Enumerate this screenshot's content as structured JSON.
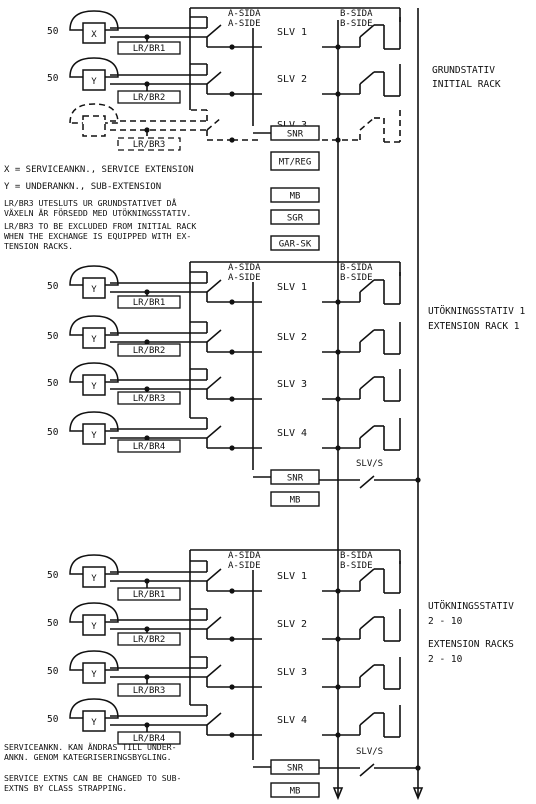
{
  "colors": {
    "ink": "#111111",
    "paper": "#ffffff"
  },
  "side_labels": {
    "a_side_top": "A-SIDA",
    "a_side_bottom": "A-SIDE",
    "b_side_top": "B-SIDA",
    "b_side_bottom": "B-SIDE"
  },
  "groups": [
    {
      "rack_label": [
        "GRUNDSTATIV",
        "INITIAL RACK"
      ],
      "rows": [
        {
          "number": "50",
          "phone": "X",
          "lr_label": "LR/BR1",
          "slv_label": "SLV 1",
          "dashed": false
        },
        {
          "number": "50",
          "phone": "Y",
          "lr_label": "LR/BR2",
          "slv_label": "SLV 2",
          "dashed": false
        },
        {
          "number": "",
          "phone": "",
          "lr_label": "LR/BR3",
          "slv_label": "SLV 3",
          "dashed": true
        }
      ],
      "boxes": [
        "SNR",
        "MT/REG",
        "MB",
        "SGR",
        "GAR-SK"
      ],
      "slvs_label": ""
    },
    {
      "rack_label": [
        "UTÖKNINGSSTATIV 1",
        "EXTENSION RACK 1"
      ],
      "rows": [
        {
          "number": "50",
          "phone": "Y",
          "lr_label": "LR/BR1",
          "slv_label": "SLV 1",
          "dashed": false
        },
        {
          "number": "50",
          "phone": "Y",
          "lr_label": "LR/BR2",
          "slv_label": "SLV 2",
          "dashed": false
        },
        {
          "number": "50",
          "phone": "Y",
          "lr_label": "LR/BR3",
          "slv_label": "SLV 3",
          "dashed": false
        },
        {
          "number": "50",
          "phone": "Y",
          "lr_label": "LR/BR4",
          "slv_label": "SLV 4",
          "dashed": false
        }
      ],
      "boxes": [
        "SNR",
        "MB"
      ],
      "slvs_label": "SLV/S"
    },
    {
      "rack_label": [
        "UTÖKNINGSSTATIV",
        "2 - 10",
        "EXTENSION RACKS",
        "2 - 10"
      ],
      "rows": [
        {
          "number": "50",
          "phone": "Y",
          "lr_label": "LR/BR1",
          "slv_label": "SLV 1",
          "dashed": false
        },
        {
          "number": "50",
          "phone": "Y",
          "lr_label": "LR/BR2",
          "slv_label": "SLV 2",
          "dashed": false
        },
        {
          "number": "50",
          "phone": "Y",
          "lr_label": "LR/BR3",
          "slv_label": "SLV 3",
          "dashed": false
        },
        {
          "number": "50",
          "phone": "Y",
          "lr_label": "LR/BR4",
          "slv_label": "SLV 4",
          "dashed": false
        }
      ],
      "boxes": [
        "SNR",
        "MB"
      ],
      "slvs_label": "SLV/S"
    }
  ],
  "legend": {
    "x_line": "X = SERVICEANKN., SERVICE EXTENSION",
    "y_line": "Y = UNDERANKN., SUB-EXTENSION",
    "note_sv": [
      "LR/BR3 UTESLUTS UR GRUNDSTATIVET DÅ",
      "VÄXELN ÄR FÖRSEDD MED UTÖKNINGSSTATIV."
    ],
    "note_en": [
      "LR/BR3 TO BE EXCLUDED FROM INITIAL RACK",
      "WHEN THE EXCHANGE IS EQUIPPED WITH EX-",
      "TENSION RACKS."
    ]
  },
  "footnote": {
    "sv": [
      "SERVICEANKN. KAN ÄNDRAS TILL UNDER-",
      "ANKN. GENOM KATEGRISERINGSBYGLING."
    ],
    "en": [
      "SERVICE EXTNS CAN BE CHANGED TO SUB-",
      "EXTNS BY CLASS STRAPPING."
    ]
  }
}
